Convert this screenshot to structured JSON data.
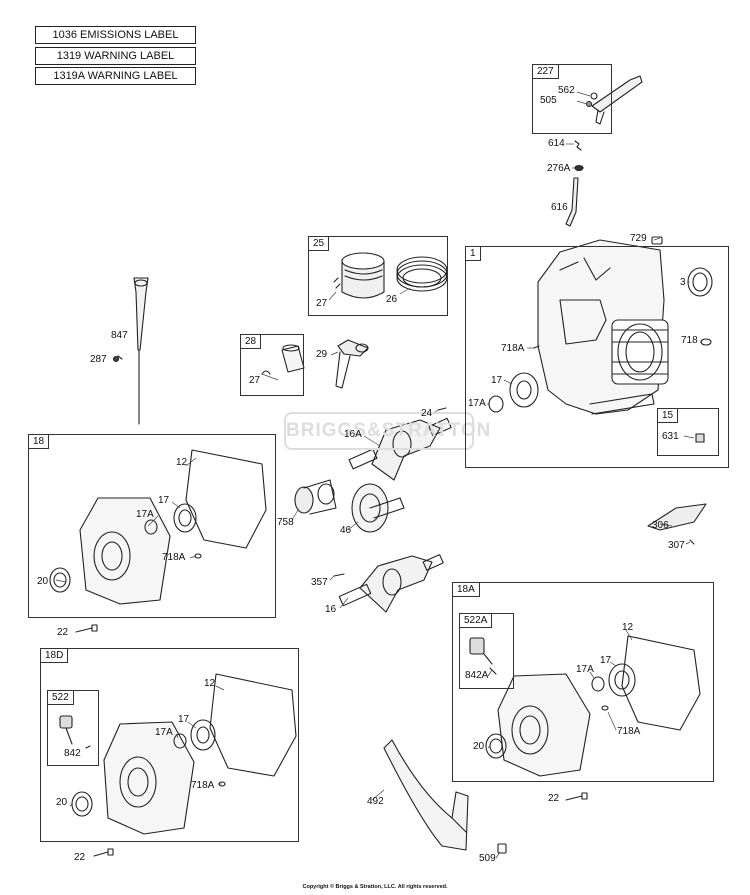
{
  "header_labels": [
    "1036 EMISSIONS LABEL",
    "1319 WARNING LABEL",
    "1319A WARNING LABEL"
  ],
  "watermark": "BRIGGS&STRATTON",
  "copyright": "Copyright © Briggs & Stratton, LLC. All rights reserved.",
  "groups": {
    "g227": "227",
    "g25": "25",
    "g1": "1",
    "g28": "28",
    "g15": "15",
    "g18": "18",
    "g18d": "18D",
    "g522": "522",
    "g18a": "18A",
    "g522a": "522A"
  },
  "callouts": {
    "c562": "562",
    "c505": "505",
    "c614": "614",
    "c276a": "276A",
    "c616": "616",
    "c27_25": "27",
    "c26": "26",
    "c729": "729",
    "c3": "3",
    "c718a_1": "718A",
    "c718": "718",
    "c17_1": "17",
    "c17a_1": "17A",
    "c631": "631",
    "c847": "847",
    "c287": "287",
    "c27_28": "27",
    "c29": "29",
    "c24": "24",
    "c12_18": "12",
    "c17_18": "17",
    "c17a_18": "17A",
    "c718a_18": "718A",
    "c20_18": "20",
    "c16a": "16A",
    "c758": "758",
    "c46": "46",
    "c357": "357",
    "c16": "16",
    "c306": "306",
    "c307": "307",
    "c22_a": "22",
    "c12_18d": "12",
    "c17_18d": "17",
    "c17a_18d": "17A",
    "c718a_18d": "718A",
    "c20_18d": "20",
    "c842": "842",
    "c22_b": "22",
    "c12_18a": "12",
    "c17_18a": "17",
    "c17a_18a": "17A",
    "c718a_18a": "718A",
    "c20_18a": "20",
    "c842a": "842A",
    "c22_c": "22",
    "c492": "492",
    "c509": "509"
  }
}
